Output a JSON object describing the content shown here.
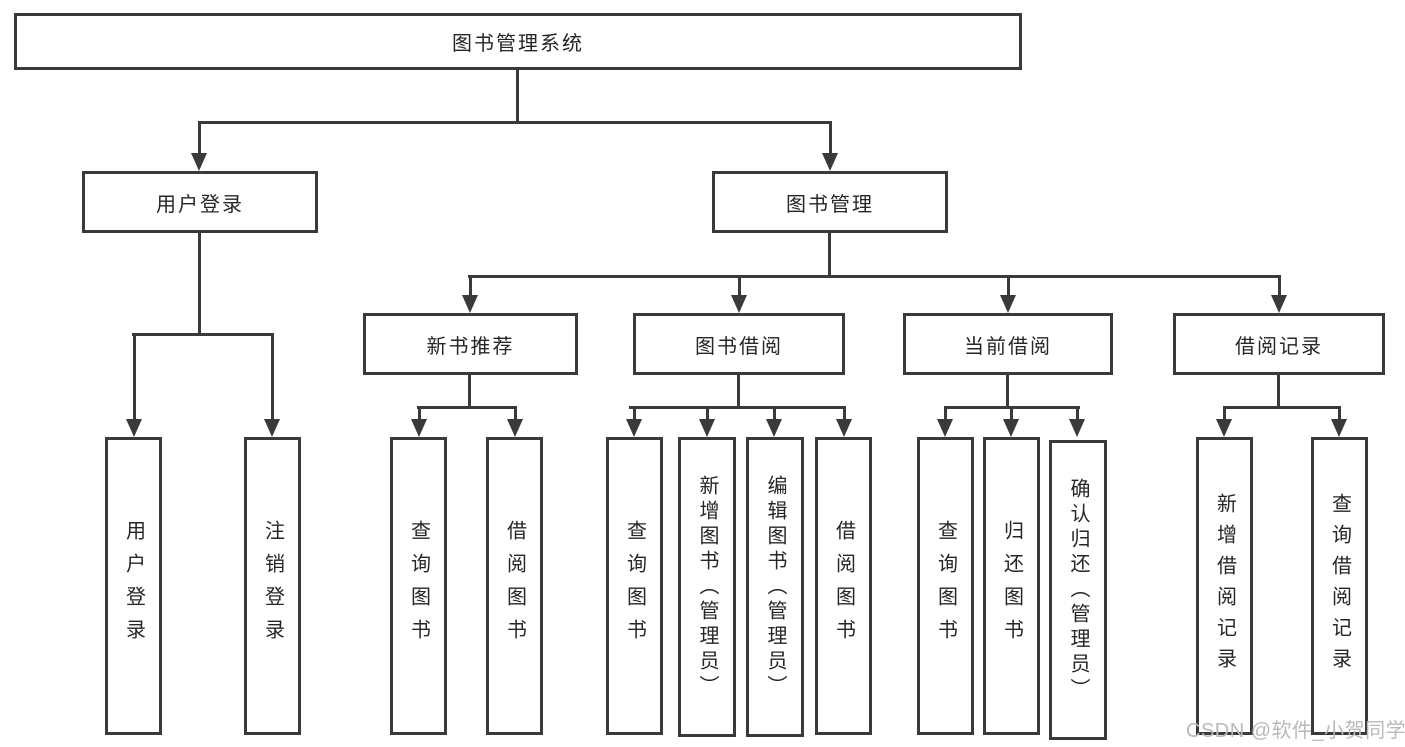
{
  "tree": {
    "label": "图书管理系统",
    "children": [
      {
        "label": "用户登录",
        "children": [
          {
            "label": "用户登录"
          },
          {
            "label": "注销登录"
          }
        ]
      },
      {
        "label": "图书管理",
        "children": [
          {
            "label": "新书推荐",
            "children": [
              {
                "label": "查询图书"
              },
              {
                "label": "借阅图书"
              }
            ]
          },
          {
            "label": "图书借阅",
            "children": [
              {
                "label": "查询图书"
              },
              {
                "label": "新增图书（管理员）"
              },
              {
                "label": "编辑图书（管理员）"
              },
              {
                "label": "借阅图书"
              }
            ]
          },
          {
            "label": "当前借阅",
            "children": [
              {
                "label": "查询图书"
              },
              {
                "label": "归还图书"
              },
              {
                "label": "确认归还（管理员）"
              }
            ]
          },
          {
            "label": "借阅记录",
            "children": [
              {
                "label": "新增借阅记录"
              },
              {
                "label": "查询借阅记录"
              }
            ]
          }
        ]
      }
    ]
  },
  "watermark": "CSDN @软件_小贺同学",
  "colors": {
    "line": "#3a3a3a",
    "text": "#262626",
    "watermark": "#b9b9b9",
    "background": "#ffffff"
  }
}
